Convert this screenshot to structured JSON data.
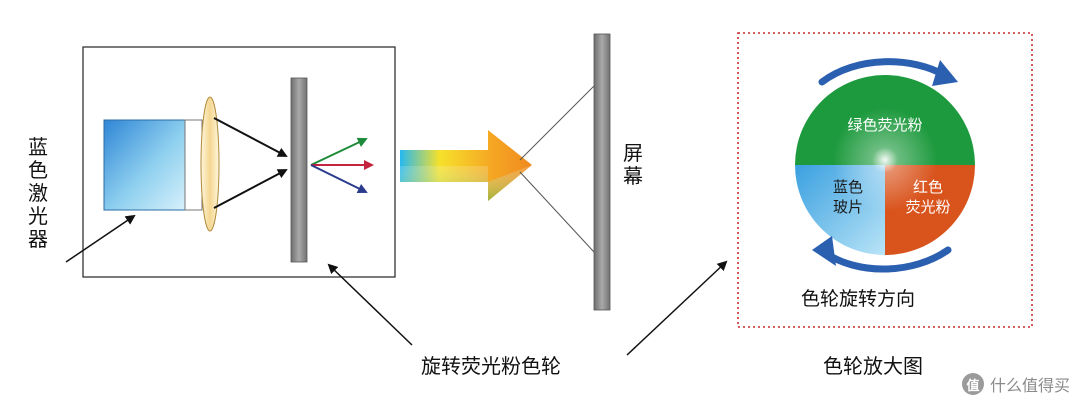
{
  "labels": {
    "laser": "蓝色激光器",
    "screen": "屏幕",
    "phosphor_wheel": "旋转荧光粉色轮",
    "zoom_caption": "色轮放大图",
    "rotation_direction": "色轮旋转方向"
  },
  "wheel": {
    "green_segment": "绿色荧光粉",
    "blue_segment_line1": "蓝色",
    "blue_segment_line2": "玻片",
    "red_segment_line1": "红色",
    "red_segment_line2": "荧光粉"
  },
  "colors": {
    "green_phosphor": "#1e9a3e",
    "red_phosphor": "#d9531c",
    "blue_glass": "#5fb2e6",
    "rotation_arrows": "#2b5fb0",
    "zoom_border": "#cc2a2a"
  },
  "watermark": {
    "badge": "值",
    "text": "什么值得买"
  }
}
